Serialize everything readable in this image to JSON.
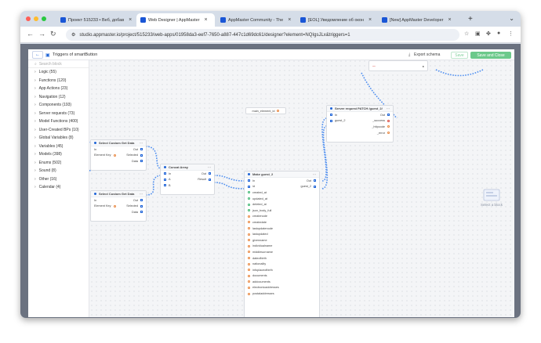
{
  "browser": {
    "tabs": [
      {
        "label": "Проект 515233 • Веб, добав"
      },
      {
        "label": "Web Designer | AppMaster"
      },
      {
        "label": "AppMaster Community - The"
      },
      {
        "label": "[EOL] Уведомление об окон"
      },
      {
        "label": "[New] AppMaster Developer"
      }
    ],
    "new_tab": "+",
    "url": "studio.appmaster.io/project/515233/web-apps/01958da3-eef7-7650-a887-447c1d69dc61/designer?element=NQIgsJLx&triggers=1",
    "traffic_colors": [
      "#ff5f57",
      "#febc2e",
      "#28c840"
    ]
  },
  "editor": {
    "title": "Triggers of smartButton",
    "export_label": "Export schema",
    "save_label": "Save",
    "save_close_label": "Save and Close",
    "accent": "#6cc98b"
  },
  "sidebar": {
    "search_placeholder": "Search block",
    "items": [
      {
        "label": "Logic (55)"
      },
      {
        "label": "Functions (120)"
      },
      {
        "label": "App Actions (23)"
      },
      {
        "label": "Navigation (12)"
      },
      {
        "label": "Components (193)"
      },
      {
        "label": "Server requests (73)"
      },
      {
        "label": "Model Functions (400)"
      },
      {
        "label": "User-Created BPs (10)"
      },
      {
        "label": "Global Variables (8)"
      },
      {
        "label": "Variables (45)"
      },
      {
        "label": "Models (398)"
      },
      {
        "label": "Enums (502)"
      },
      {
        "label": "Sound (8)"
      },
      {
        "label": "Other (16)"
      },
      {
        "label": "Calendar (4)"
      }
    ]
  },
  "nodes": {
    "select1": {
      "title": "Select Custom Get Data",
      "in": "In",
      "out": "Out",
      "key": "Element Key",
      "selected": "Selected",
      "data": "Data"
    },
    "select2": {
      "title": "Select Custom Get Data",
      "in": "In",
      "out": "Out",
      "key": "Element Key",
      "selected": "Selected",
      "data": "Data"
    },
    "concat": {
      "title": "Concat Array",
      "in": "In",
      "out": "Out",
      "a": "A",
      "b": "B",
      "result": "Result"
    },
    "make": {
      "title": "Make guest_2",
      "in": "In",
      "out": "Out",
      "id": "id",
      "result": "guest_2",
      "fields": [
        "created_at",
        "updated_at",
        "deleted_at",
        "json_body_full",
        "createnode",
        "createdate",
        "lastupdatenode",
        "lastupdated",
        "givenname",
        "individualname",
        "middlesurname",
        "dateofbirth",
        "nationality",
        "infoplaceofbirth",
        "documents",
        "addocuments",
        "electronicaddresses",
        "postaladdresses"
      ]
    },
    "patch": {
      "title": "Server request PATCH /guest_2/",
      "in": "In",
      "out": "Out",
      "param": "guest_2",
      "success": "_success",
      "code": "_httpcode",
      "error": "_error"
    },
    "var": {
      "label": "main_element_id"
    }
  },
  "drop": {
    "label": "Select a block"
  }
}
